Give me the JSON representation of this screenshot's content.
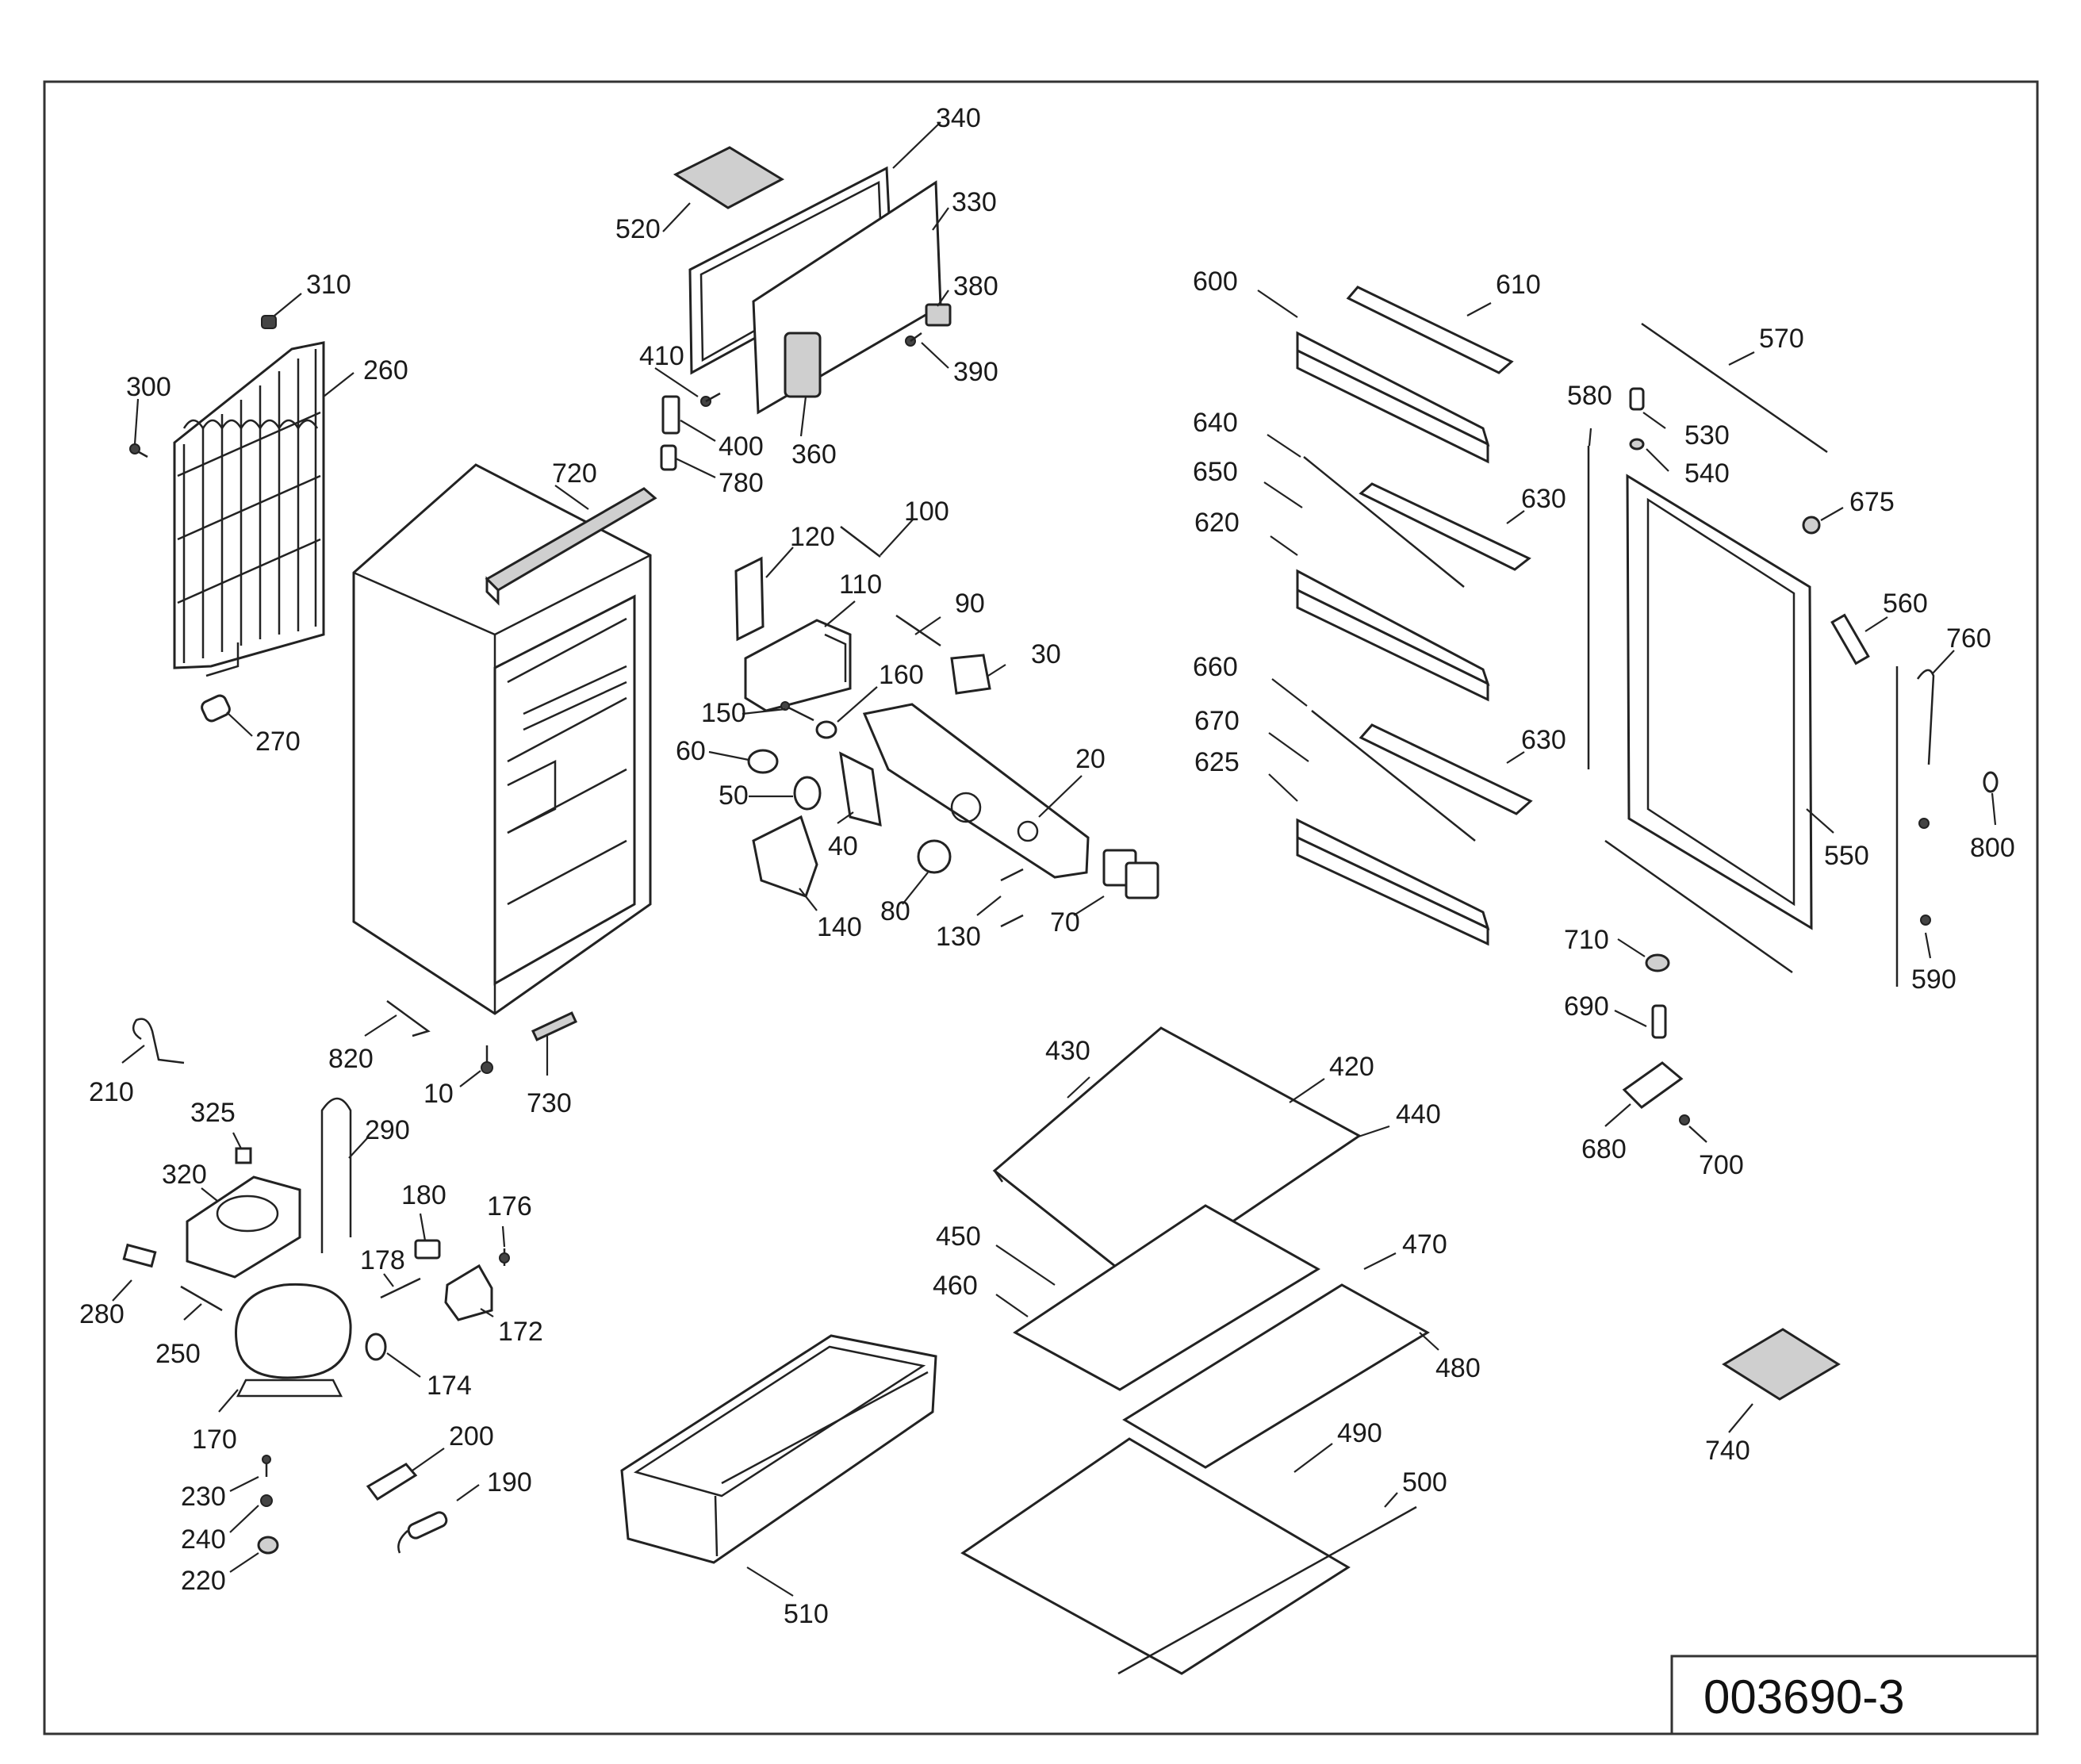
{
  "drawing_code": "003690-3",
  "callouts": {
    "c10": "10",
    "c20": "20",
    "c30": "30",
    "c40": "40",
    "c50": "50",
    "c60": "60",
    "c70": "70",
    "c80": "80",
    "c90": "90",
    "c100": "100",
    "c110": "110",
    "c120": "120",
    "c130": "130",
    "c140": "140",
    "c150": "150",
    "c160": "160",
    "c170": "170",
    "c172": "172",
    "c174": "174",
    "c176": "176",
    "c178": "178",
    "c180": "180",
    "c190": "190",
    "c200": "200",
    "c210": "210",
    "c220": "220",
    "c230": "230",
    "c240": "240",
    "c250": "250",
    "c260": "260",
    "c270": "270",
    "c280": "280",
    "c290": "290",
    "c300": "300",
    "c310": "310",
    "c320": "320",
    "c325": "325",
    "c330": "330",
    "c340": "340",
    "c360": "360",
    "c380": "380",
    "c390": "390",
    "c400": "400",
    "c410": "410",
    "c420": "420",
    "c430": "430",
    "c440": "440",
    "c450": "450",
    "c460": "460",
    "c470": "470",
    "c480": "480",
    "c490": "490",
    "c500": "500",
    "c510": "510",
    "c520": "520",
    "c530": "530",
    "c540": "540",
    "c550": "550",
    "c560": "560",
    "c570": "570",
    "c580": "580",
    "c590": "590",
    "c600": "600",
    "c610": "610",
    "c620": "620",
    "c625": "625",
    "c630a": "630",
    "c630b": "630",
    "c640": "640",
    "c650": "650",
    "c660": "660",
    "c670": "670",
    "c675": "675",
    "c680": "680",
    "c690": "690",
    "c700": "700",
    "c710": "710",
    "c720": "720",
    "c730": "730",
    "c740": "740",
    "c760": "760",
    "c780": "780",
    "c800": "800",
    "c820": "820"
  }
}
